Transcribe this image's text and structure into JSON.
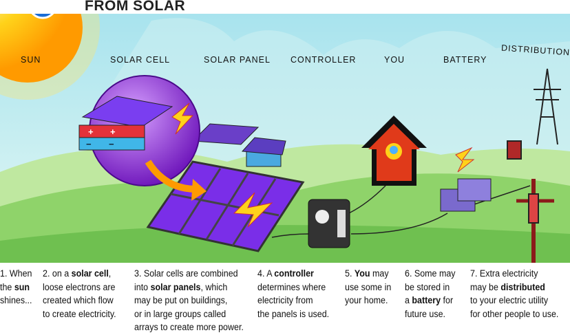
{
  "title": "FROM SOLAR",
  "labels": {
    "sun": "SUN",
    "solar_cell": "SOLAR CELL",
    "solar_panel": "SOLAR PANEL",
    "controller": "CONTROLLER",
    "you": "YOU",
    "battery": "BATTERY",
    "distribution": "DISTRIBUTION"
  },
  "cell_charges": {
    "positive": "+",
    "negative": "−"
  },
  "captions": [
    [
      [
        {
          "t": "1. When"
        }
      ],
      [
        {
          "t": "the "
        },
        {
          "t": "sun",
          "b": true
        }
      ],
      [
        {
          "t": "shines..."
        }
      ]
    ],
    [
      [
        {
          "t": "2. on a "
        },
        {
          "t": "solar cell",
          "b": true
        },
        {
          "t": ","
        }
      ],
      [
        {
          "t": "loose electrons are"
        }
      ],
      [
        {
          "t": "created which flow"
        }
      ],
      [
        {
          "t": "to create electricity."
        }
      ]
    ],
    [
      [
        {
          "t": "3. Solar cells are combined"
        }
      ],
      [
        {
          "t": "into "
        },
        {
          "t": "solar panels",
          "b": true
        },
        {
          "t": ", which"
        }
      ],
      [
        {
          "t": "may be put on buildings,"
        }
      ],
      [
        {
          "t": "or in large groups called"
        }
      ],
      [
        {
          "t": "arrays to create more power."
        }
      ]
    ],
    [
      [
        {
          "t": "4. A "
        },
        {
          "t": "controller",
          "b": true
        }
      ],
      [
        {
          "t": "determines where"
        }
      ],
      [
        {
          "t": "electricity from"
        }
      ],
      [
        {
          "t": "the panels is used."
        }
      ]
    ],
    [
      [
        {
          "t": "5. "
        },
        {
          "t": "You",
          "b": true
        },
        {
          "t": " may"
        }
      ],
      [
        {
          "t": "use some in"
        }
      ],
      [
        {
          "t": "your home."
        }
      ]
    ],
    [
      [
        {
          "t": "6. Some may"
        }
      ],
      [
        {
          "t": "be stored in"
        }
      ],
      [
        {
          "t": "a "
        },
        {
          "t": "battery",
          "b": true
        },
        {
          "t": " for"
        }
      ],
      [
        {
          "t": "future use."
        }
      ]
    ],
    [
      [
        {
          "t": "7. Extra electricity"
        }
      ],
      [
        {
          "t": "may be "
        },
        {
          "t": "distributed",
          "b": true
        }
      ],
      [
        {
          "t": "to your electric utility"
        }
      ],
      [
        {
          "t": "for other people to use."
        }
      ]
    ]
  ],
  "colors": {
    "sky": "#bfeef2",
    "hill": "#8fd36a",
    "sun": "#ffd21a",
    "cell": "#8a2be2",
    "house": "#e03a1a"
  }
}
